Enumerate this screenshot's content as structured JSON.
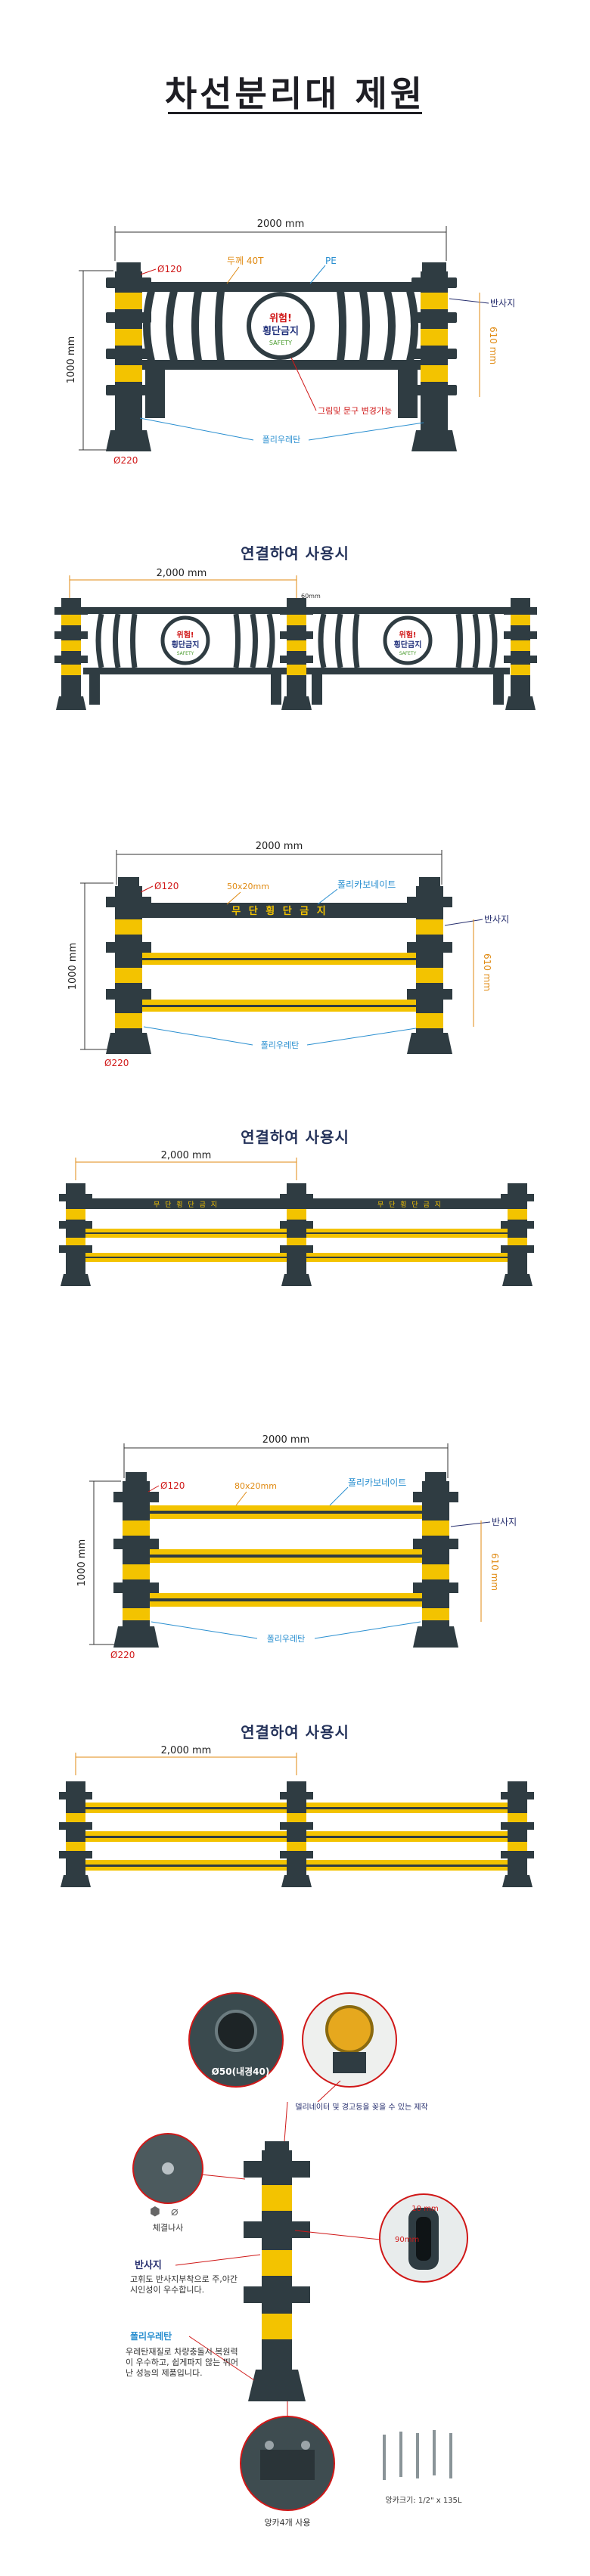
{
  "title": "차선분리대 제원",
  "colors": {
    "post": "#2f3c42",
    "yellow": "#f3c300",
    "orange": "#e08a12",
    "blue": "#2a8fd0",
    "red": "#d01818",
    "navy": "#262e6e"
  },
  "section1": {
    "width_label": "2000 mm",
    "height_label": "1000 mm",
    "diameter_top": "Ø120",
    "thickness": "두께 40T",
    "material": "PE",
    "reflector": "반사지",
    "reflector_height": "610 mm",
    "sign_line1": "위험!",
    "sign_line2": "횡단금지",
    "sign_line3": "SAFETY",
    "custom_note": "그림및 문구 변경가능",
    "base": "폴리우레탄",
    "diameter_bottom": "Ø220"
  },
  "connect1": {
    "heading": "연결하여 사용시",
    "width_label": "2,000 mm",
    "gap_label": "60mm",
    "sign_line1": "위험!",
    "sign_line2": "횡단금지",
    "sign_line3": "SAFETY"
  },
  "section2": {
    "width_label": "2000 mm",
    "height_label": "1000 mm",
    "diameter_top": "Ø120",
    "bar_size": "50x20mm",
    "material": "폴리카보네이트",
    "rail_text": "무 단 횡 단 금 지",
    "reflector": "반사지",
    "reflector_height": "610 mm",
    "base": "폴리우레탄",
    "diameter_bottom": "Ø220"
  },
  "connect2": {
    "heading": "연결하여 사용시",
    "width_label": "2,000 mm",
    "rail_text": "무 단 횡 단 금 지"
  },
  "section3": {
    "width_label": "2000 mm",
    "height_label": "1000 mm",
    "diameter_top": "Ø120",
    "bar_size": "80x20mm",
    "material": "폴리카보네이트",
    "reflector": "반사지",
    "reflector_height": "610 mm",
    "base": "폴리우레탄",
    "diameter_bottom": "Ø220"
  },
  "connect3": {
    "heading": "연결하여 사용시",
    "width_label": "2,000 mm"
  },
  "details": {
    "inner_diameter": "Ø50(내경40)",
    "insert_note": "델리네이터 및 경고등을 꽂을 수 있는 제작",
    "bolt": "체결나사",
    "reflector_title": "반사지",
    "reflector_desc": "고휘도 반사지부착으로 주,야간 시인성이 우수합니다.",
    "base_title": "폴리우레탄",
    "base_desc": "우레탄재질로 차량충돌시 복원력이 우수하고, 쉽게파지 않는 뛰어난 성능의 제품입니다.",
    "dim_10": "10 mm",
    "dim_90": "90mm",
    "anchor_label": "앙카4개 사용",
    "anchor_size": "앙카크기: 1/2\" x 135L"
  }
}
